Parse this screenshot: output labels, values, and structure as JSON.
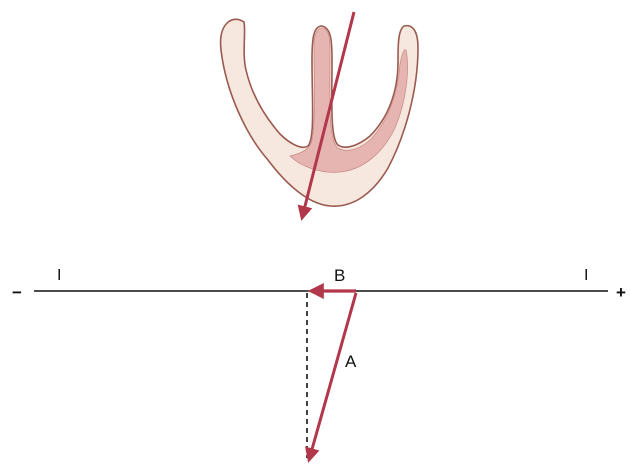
{
  "lead_axis": {
    "lead_label_left": "I",
    "lead_label_right": "I",
    "negative_pole": "−",
    "positive_pole": "+"
  },
  "vectors": {
    "main_label": "A",
    "component_label": "B"
  },
  "colors": {
    "vector": "#b2374a",
    "heart_fill": "#f7e8df",
    "heart_inner": "#e6b5b2",
    "heart_outline": "#9a5a50",
    "axis_line": "#111111"
  }
}
